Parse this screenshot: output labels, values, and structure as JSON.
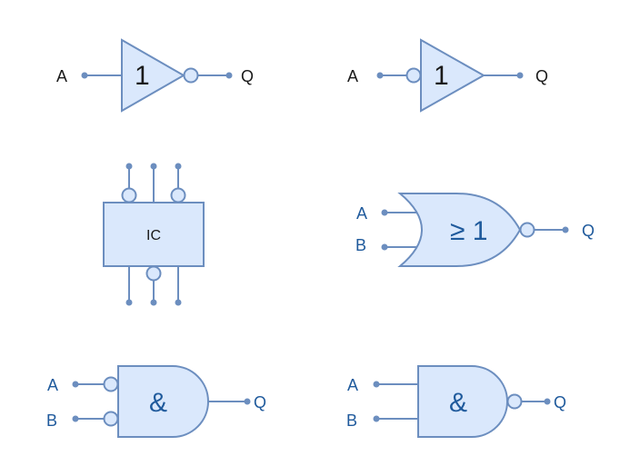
{
  "colors": {
    "fill": "#dae8fc",
    "stroke": "#6c8ebf",
    "label_blue": "#1f5a9c",
    "label_dark": "#1a1a1a"
  },
  "not_gate_left": {
    "input": "A",
    "output": "Q",
    "symbol": "1"
  },
  "not_gate_right": {
    "input": "A",
    "output": "Q",
    "symbol": "1"
  },
  "ic_block": {
    "label": "IC"
  },
  "nor_gate": {
    "input_a": "A",
    "input_b": "B",
    "output": "Q",
    "symbol": "≥ 1"
  },
  "and_gate_inverted_inputs": {
    "input_a": "A",
    "input_b": "B",
    "output": "Q",
    "symbol": "&"
  },
  "nand_gate": {
    "input_a": "A",
    "input_b": "B",
    "output": "Q",
    "symbol": "&"
  }
}
